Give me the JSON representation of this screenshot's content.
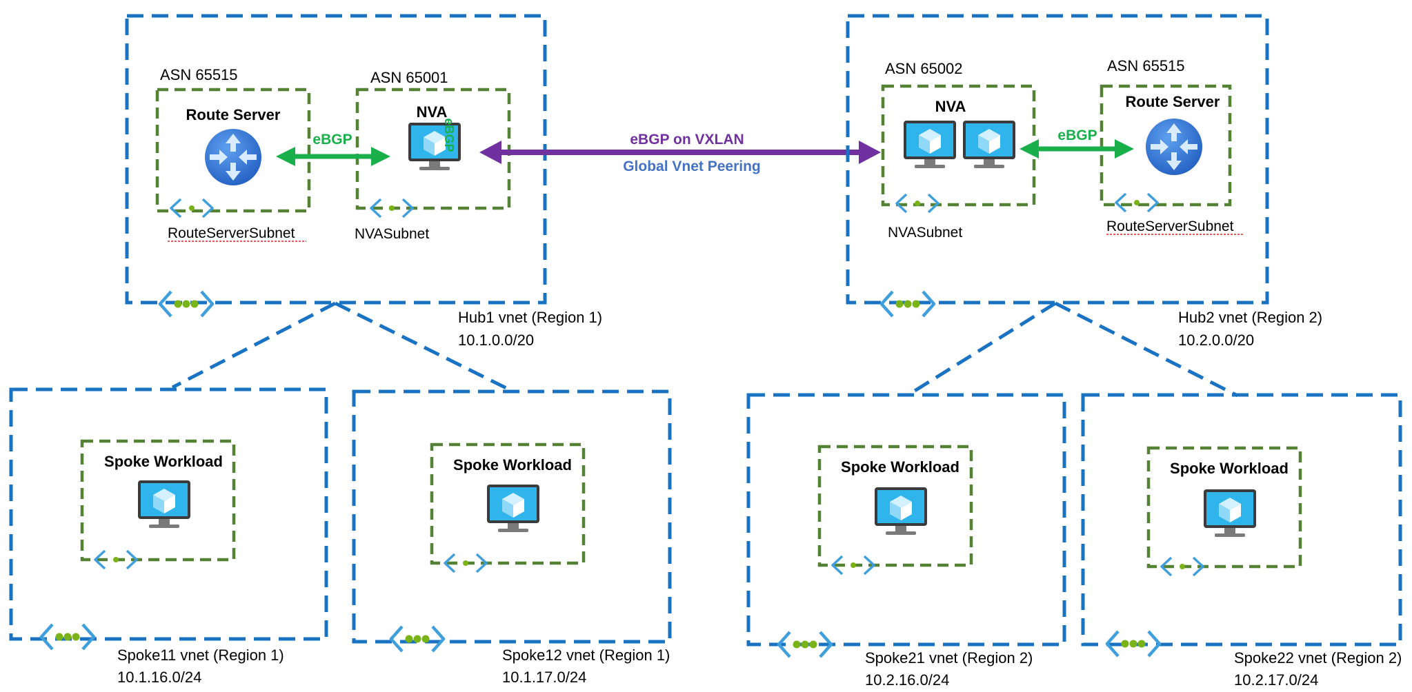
{
  "hubs": [
    {
      "name": "Hub1 vnet (Region 1)",
      "cidr": "10.1.0.0/20",
      "route_server": {
        "asn": "ASN 65515",
        "title": "Route Server",
        "subnet": "RouteServerSubnet"
      },
      "nva": {
        "asn": "ASN 65001",
        "title": "NVA",
        "subnet": "NVASubnet",
        "overlay_label": "eBGP"
      },
      "local_link_label": "eBGP"
    },
    {
      "name": "Hub2 vnet (Region 2)",
      "cidr": "10.2.0.0/20",
      "route_server": {
        "asn": "ASN 65515",
        "title": "Route Server",
        "subnet": "RouteServerSubnet"
      },
      "nva": {
        "asn": "ASN 65002",
        "title": "NVA",
        "subnet": "NVASubnet"
      },
      "local_link_label": "eBGP"
    }
  ],
  "inter_hub": {
    "protocol_label": "eBGP on VXLAN",
    "peering_label": "Global Vnet Peering"
  },
  "spokes": [
    {
      "name": "Spoke11 vnet (Region 1)",
      "cidr": "10.1.16.0/24",
      "workload": "Spoke Workload"
    },
    {
      "name": "Spoke12 vnet (Region 1)",
      "cidr": "10.1.17.0/24",
      "workload": "Spoke Workload"
    },
    {
      "name": "Spoke21 vnet (Region 2)",
      "cidr": "10.2.16.0/24",
      "workload": "Spoke Workload"
    },
    {
      "name": "Spoke22 vnet (Region 2)",
      "cidr": "10.2.17.0/24",
      "workload": "Spoke Workload"
    }
  ],
  "colors": {
    "vnet_border": "#1a73c2",
    "subnet_border": "#548235",
    "ebgp_arrow": "#19b04b",
    "vxlan_arrow": "#7030a0",
    "peering_text": "#4472c4",
    "subnet_underline": "#e02020"
  },
  "icons": [
    "route-server-icon",
    "virtual-machine-icon",
    "subnet-icon",
    "vnet-icon"
  ]
}
